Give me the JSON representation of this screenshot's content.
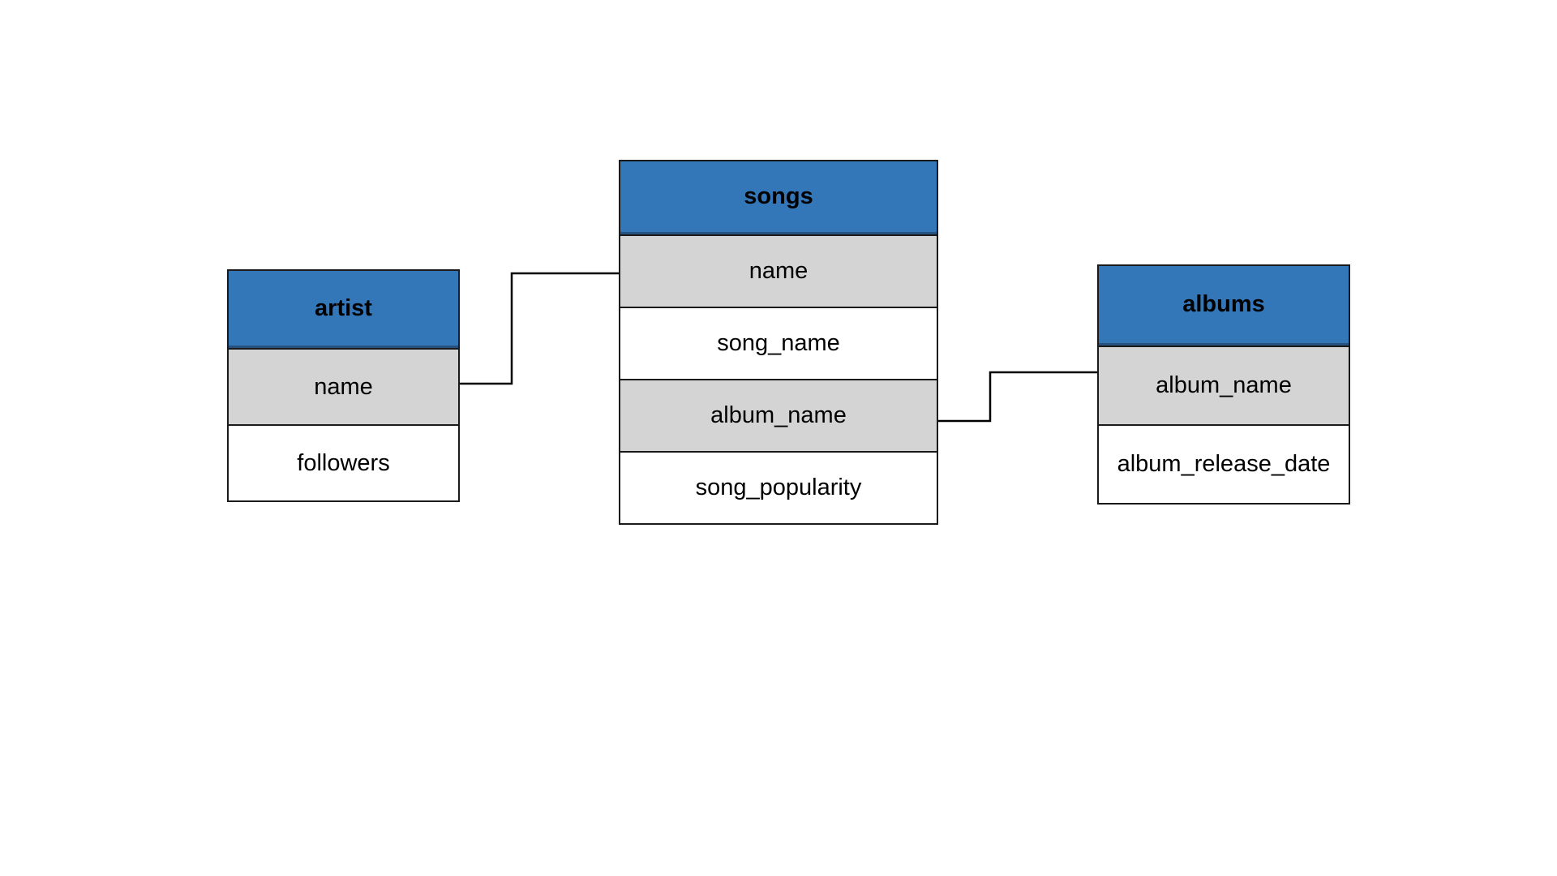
{
  "page": {
    "background": "#ffffff"
  },
  "colors": {
    "header_blue": "#3377b8",
    "header_edge": "#27527f",
    "row_shaded": "#d4d4d4",
    "row_plain": "#ffffff",
    "border": "#1a1a1a",
    "connector": "#000000",
    "text": "#000000"
  },
  "diagram": {
    "type": "entity-relationship",
    "tables": {
      "artist": {
        "title": "artist",
        "fields": [
          {
            "name": "name",
            "shaded": true
          },
          {
            "name": "followers",
            "shaded": false
          }
        ]
      },
      "songs": {
        "title": "songs",
        "fields": [
          {
            "name": "name",
            "shaded": true
          },
          {
            "name": "song_name",
            "shaded": false
          },
          {
            "name": "album_name",
            "shaded": true
          },
          {
            "name": "song_popularity",
            "shaded": false
          }
        ]
      },
      "albums": {
        "title": "albums",
        "fields": [
          {
            "name": "album_name",
            "shaded": true
          },
          {
            "name": "album_release_date",
            "shaded": false
          }
        ]
      }
    },
    "relationships": [
      {
        "from_table": "artist",
        "from_field": "name",
        "to_table": "songs",
        "to_field": "name"
      },
      {
        "from_table": "songs",
        "from_field": "album_name",
        "to_table": "albums",
        "to_field": "album_name"
      }
    ]
  }
}
